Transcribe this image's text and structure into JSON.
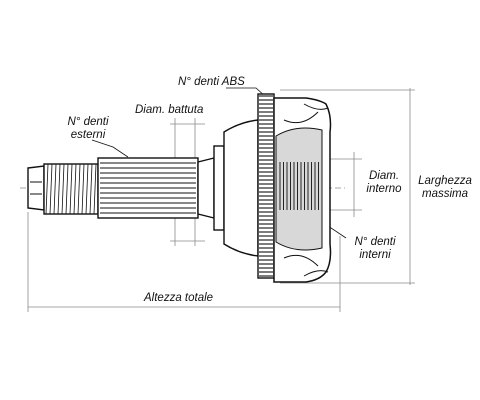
{
  "labels": {
    "abs_teeth": "N° denti ABS",
    "seat_diameter": "Diam. battuta",
    "outer_teeth_line1": "N° denti",
    "outer_teeth_line2": "esterni",
    "inner_diameter_line1": "Diam.",
    "inner_diameter_line2": "interno",
    "max_width_line1": "Larghezza",
    "max_width_line2": "massima",
    "inner_teeth_line1": "N° denti",
    "inner_teeth_line2": "interni",
    "total_height": "Altezza totale"
  },
  "colors": {
    "ink": "#111111",
    "dim_line": "#8a8a8a",
    "shade": "#d8d8d8"
  }
}
